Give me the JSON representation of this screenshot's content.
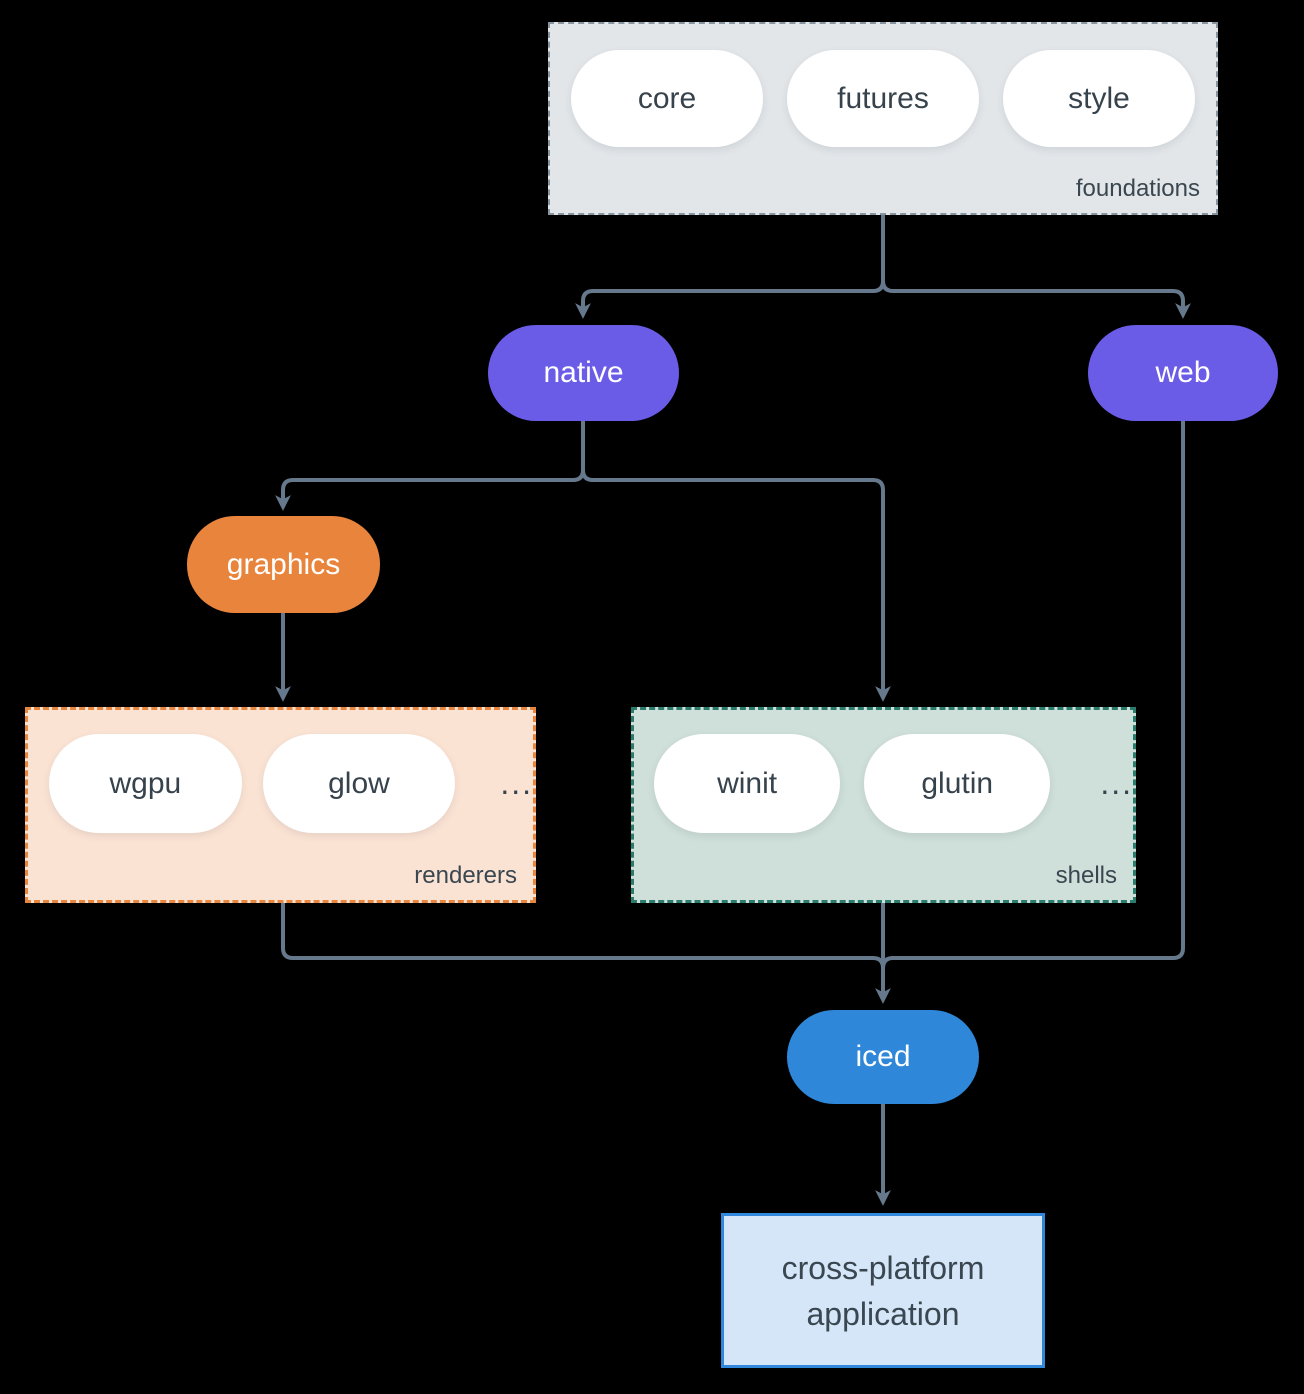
{
  "colors": {
    "background": "#000000",
    "arrow": "#66798c",
    "node_purple": "#6b5ce7",
    "node_orange": "#e8843c",
    "node_blue": "#2e87d8",
    "node_text": "#ffffff",
    "pill_bg": "#ffffff",
    "pill_text": "#36424c",
    "label_text": "#3a4750",
    "foundations_bg": "#e2e6e9",
    "foundations_border": "#8795a1",
    "renderers_bg": "#fbe3d4",
    "renderers_border": "#e8863d",
    "shells_bg": "#cfdfd9",
    "shells_border": "#2a7d6d",
    "app_bg": "#d5e6f8",
    "app_border": "#3187dc"
  },
  "foundations": {
    "label": "foundations",
    "pills": [
      {
        "label": "core"
      },
      {
        "label": "futures"
      },
      {
        "label": "style"
      }
    ]
  },
  "native": {
    "label": "native"
  },
  "web": {
    "label": "web"
  },
  "graphics": {
    "label": "graphics"
  },
  "renderers": {
    "label": "renderers",
    "pills": [
      {
        "label": "wgpu"
      },
      {
        "label": "glow"
      }
    ],
    "ellipsis": "..."
  },
  "shells": {
    "label": "shells",
    "pills": [
      {
        "label": "winit"
      },
      {
        "label": "glutin"
      }
    ],
    "ellipsis": "..."
  },
  "iced": {
    "label": "iced"
  },
  "application": {
    "lines": [
      "cross-platform",
      "application"
    ]
  }
}
